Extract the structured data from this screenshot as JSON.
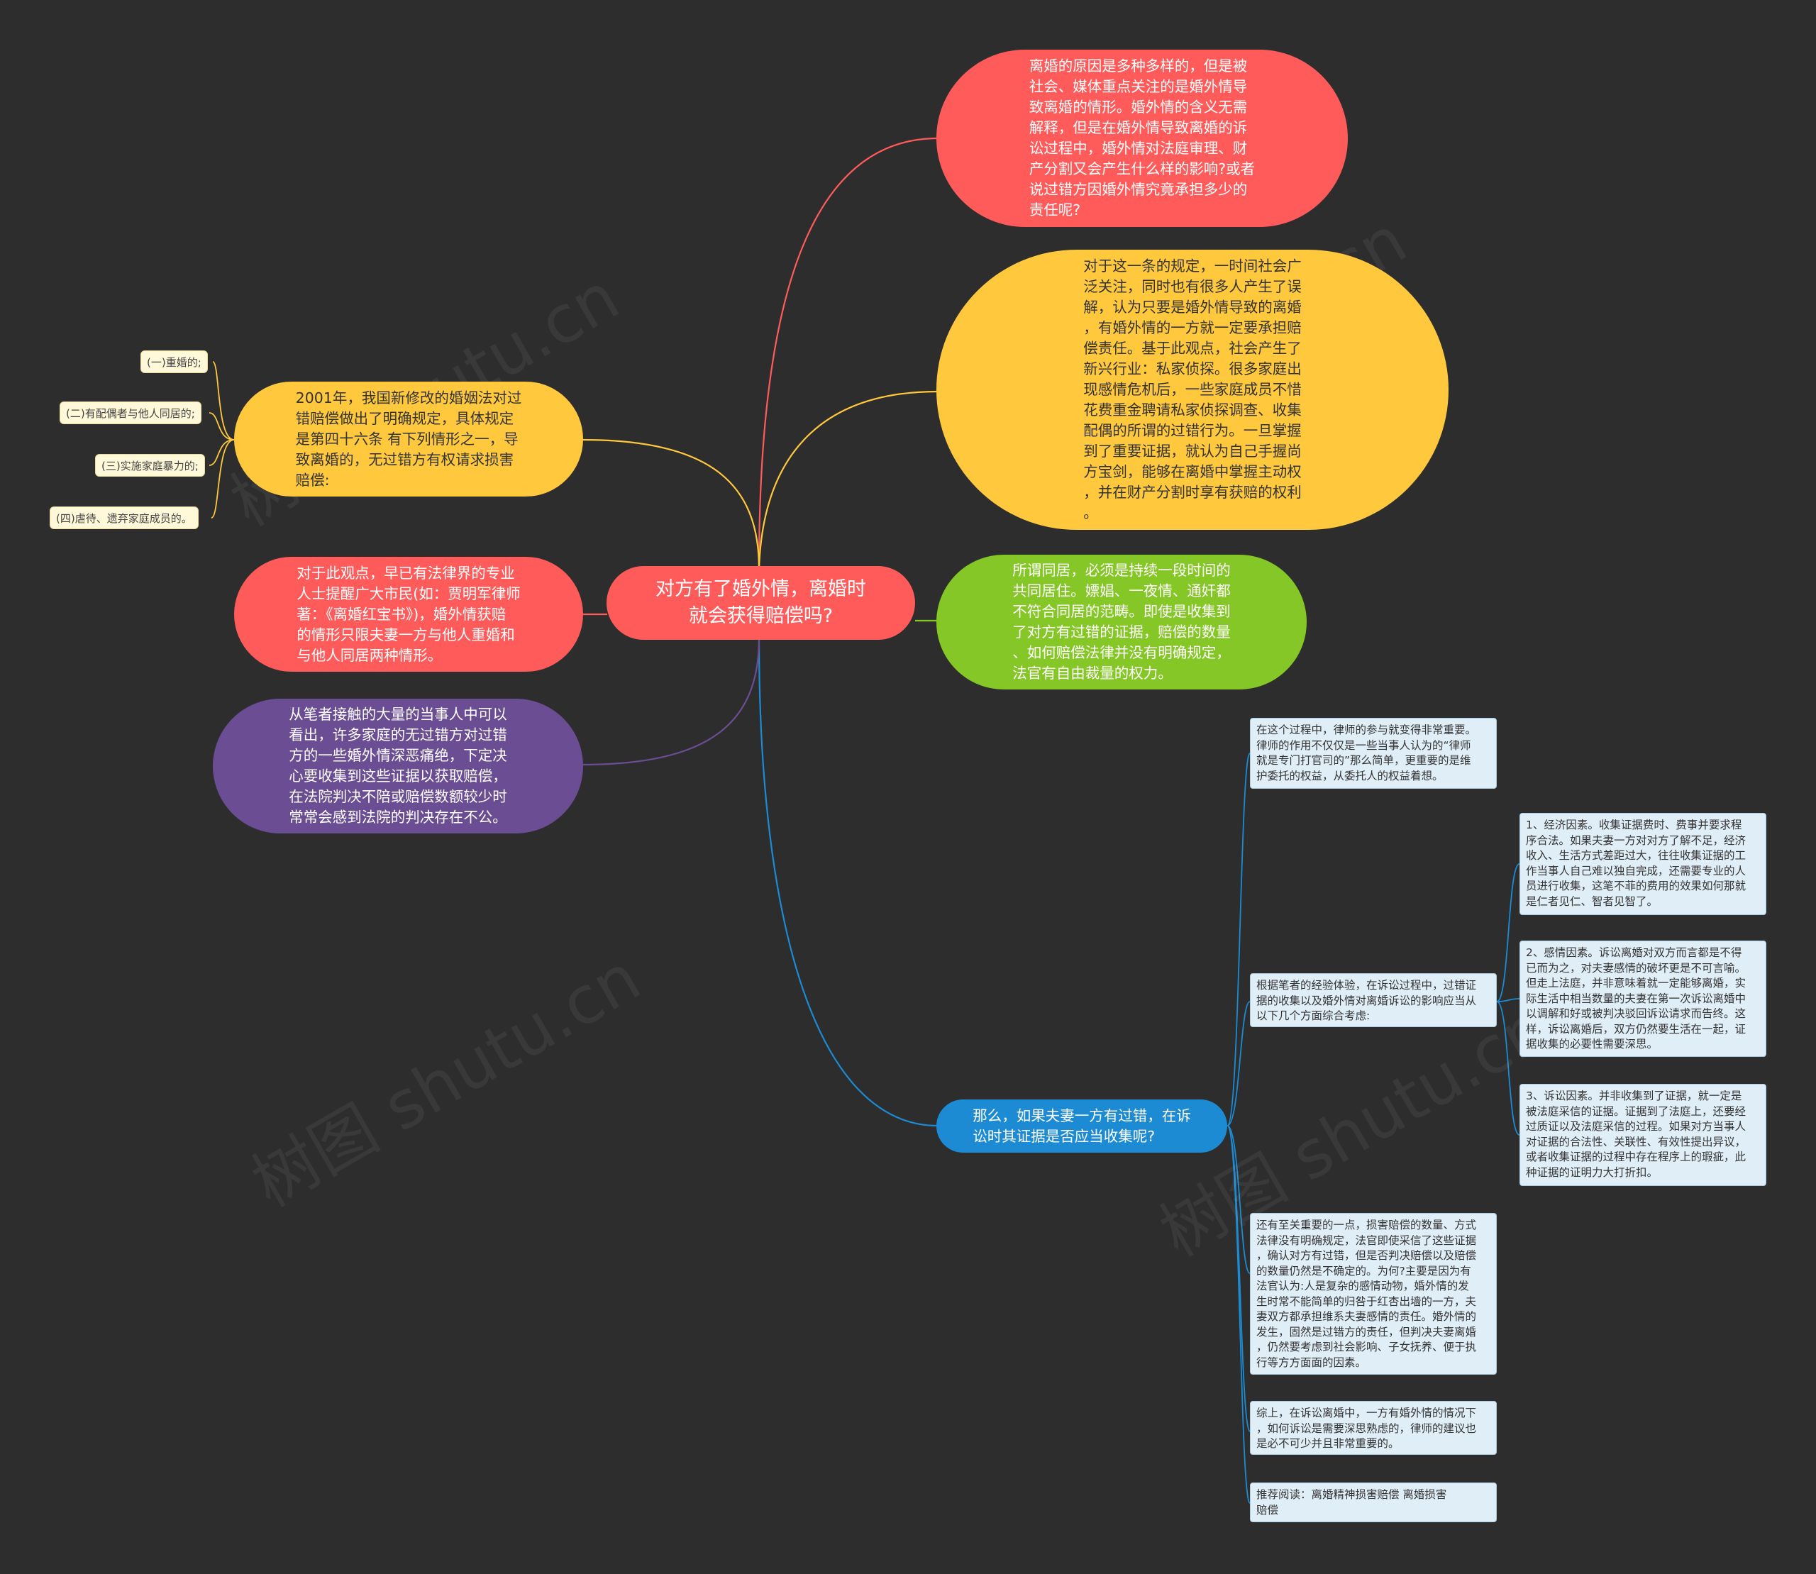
{
  "center": {
    "label": "对方有了婚外情，离婚时\n就会获得赔偿吗?"
  },
  "right": [
    {
      "id": "r1",
      "text": "离婚的原因是多种多样的，但是被\n社会、媒体重点关注的是婚外情导\n致离婚的情形。婚外情的含义无需\n解释，但是在婚外情导致离婚的诉\n讼过程中，婚外情对法庭审理、财\n产分割又会产生什么样的影响?或者\n说过错方因婚外情究竟承担多少的\n责任呢?"
    },
    {
      "id": "r2",
      "text": "对于这一条的规定，一时间社会广\n泛关注，同时也有很多人产生了误\n解，认为只要是婚外情导致的离婚\n，有婚外情的一方就一定要承担赔\n偿责任。基于此观点，社会产生了\n新兴行业：私家侦探。很多家庭出\n现感情危机后，一些家庭成员不惜\n花费重金聘请私家侦探调查、收集\n配偶的所谓的过错行为。一旦掌握\n到了重要证据，就认为自己手握尚\n方宝剑，能够在离婚中掌握主动权\n，并在财产分割时享有获赔的权利\n。"
    },
    {
      "id": "r3",
      "text": "所谓同居，必须是持续一段时间的\n共同居住。嫖娼、一夜情、通奸都\n不符合同居的范畴。即使是收集到\n了对方有过错的证据，赔偿的数量\n、如何赔偿法律并没有明确规定，\n法官有自由裁量的权力。"
    },
    {
      "id": "r4",
      "text": "那么，如果夫妻一方有过错，在诉\n讼时其证据是否应当收集呢?"
    }
  ],
  "left": [
    {
      "id": "l1",
      "text": "2001年，我国新修改的婚姻法对过\n错赔偿做出了明确规定，具体规定\n是第四十六条 有下列情形之一，导\n致离婚的，无过错方有权请求损害\n赔偿:"
    },
    {
      "id": "l2",
      "text": "对于此观点，早已有法律界的专业\n人士提醒广大市民(如：贾明军律师\n著：《离婚红宝书》)，婚外情获赔\n的情形只限夫妻一方与他人重婚和\n与他人同居两种情形。"
    },
    {
      "id": "l3",
      "text": "从笔者接触的大量的当事人中可以\n看出，许多家庭的无过错方对过错\n方的一些婚外情深恶痛绝，下定决\n心要收集到这些证据以获取赔偿，\n在法院判决不陪或赔偿数额较少时\n常常会感到法院的判决存在不公。"
    }
  ],
  "left_tags": [
    "(一)重婚的;",
    "(二)有配偶者与他人同居的;",
    "(三)实施家庭暴力的;",
    "(四)虐待、遗弃家庭成员的。"
  ],
  "cards": [
    "在这个过程中，律师的参与就变得非常重要。\n律师的作用不仅仅是一些当事人认为的“律师\n就是专门打官司的”那么简单，更重要的是维\n护委托的权益，从委托人的权益着想。",
    "根据笔者的经验体验，在诉讼过程中，过错证\n据的收集以及婚外情对离婚诉讼的影响应当从\n以下几个方面综合考虑:",
    "还有至关重要的一点，损害赔偿的数量、方式\n法律没有明确规定，法官即使采信了这些证据\n，确认对方有过错，但是否判决赔偿以及赔偿\n的数量仍然是不确定的。为何?主要是因为有\n法官认为:人是复杂的感情动物，婚外情的发\n生时常不能简单的归咎于红杏出墙的一方，夫\n妻双方都承担维系夫妻感情的责任。婚外情的\n发生，固然是过错方的责任，但判决夫妻离婚\n，仍然要考虑到社会影响、子女抚养、便于执\n行等方方面面的因素。",
    "综上，在诉讼离婚中，一方有婚外情的情况下\n，如何诉讼是需要深思熟虑的，律师的建议也\n是必不可少并且非常重要的。",
    "推荐阅读：离婚精神损害赔偿        离婚损害\n赔偿"
  ],
  "sub_cards": [
    "1、经济因素。收集证据费时、费事并要求程\n序合法。如果夫妻一方对对方了解不足，经济\n收入、生活方式差距过大，往往收集证据的工\n作当事人自己难以独自完成，还需要专业的人\n员进行收集，这笔不菲的费用的效果如何那就\n是仁者见仁、智者见智了。",
    "2、感情因素。诉讼离婚对双方而言都是不得\n已而为之，对夫妻感情的破坏更是不可言喻。\n但走上法庭，并非意味着就一定能够离婚，实\n际生活中相当数量的夫妻在第一次诉讼离婚中\n以调解和好或被判决驳回诉讼请求而告终。这\n样，诉讼离婚后，双方仍然要生活在一起，证\n据收集的必要性需要深思。",
    "3、诉讼因素。并非收集到了证据，就一定是\n被法庭采信的证据。证据到了法庭上，还要经\n过质证以及法庭采信的过程。如果对方当事人\n对证据的合法性、关联性、有效性提出异议，\n或者收集证据的过程中存在程序上的瑕疵，此\n种证据的证明力大打折扣。"
  ],
  "watermarks": [
    "树图 shutu.cn",
    "树图 shutu.cn",
    "树图 shutu.cn",
    "树图 shutu.cn"
  ],
  "colors": {
    "background": "#2d2d2d",
    "red": "#ff5b5b",
    "yellow": "#ffc83d",
    "green": "#85c726",
    "purple": "#6b4d94",
    "blue": "#1c8bd3",
    "card": "#e0eef8"
  }
}
